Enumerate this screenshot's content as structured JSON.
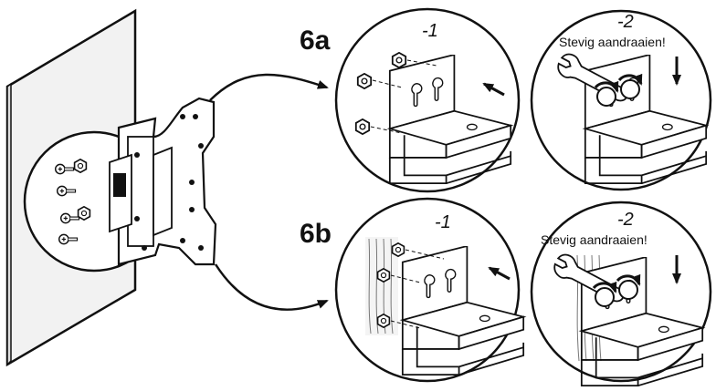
{
  "steps": [
    {
      "label": "6a",
      "panels": [
        {
          "sub": "-1",
          "note": ""
        },
        {
          "sub": "-2",
          "note": "Stevig aandraaien!"
        }
      ]
    },
    {
      "label": "6b",
      "panels": [
        {
          "sub": "-1",
          "note": ""
        },
        {
          "sub": "-2",
          "note": "Stevig aandraaien!"
        }
      ]
    }
  ],
  "colors": {
    "ink": "#111111",
    "paper": "#ffffff",
    "wall": "#f2f2f2",
    "wood": "#dcdcdc"
  }
}
